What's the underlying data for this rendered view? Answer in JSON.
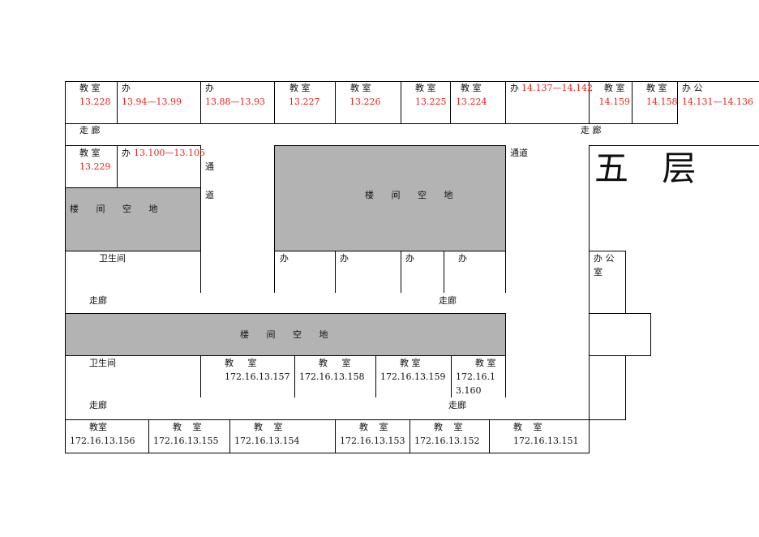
{
  "title": "五 层",
  "corridor_label": "走 廊",
  "corridor_label2": "走廊",
  "passage_label": "通道",
  "passage_v1": "通",
  "passage_v2": "道",
  "courtyard_label": "楼 间 空 地",
  "toilet_label": "卫生间",
  "office_label": "办",
  "office_room_label": "办 公 室",
  "top_row": [
    {
      "label": "教 室",
      "ip": "13.228"
    },
    {
      "label": "办",
      "ip": "13.94—13.99"
    },
    {
      "label": "办",
      "ip": "13.88—13.93"
    },
    {
      "label": "教 室",
      "ip": "13.227"
    },
    {
      "label": "教 室",
      "ip": "13.226"
    },
    {
      "label": "教 室",
      "ip": "13.225"
    },
    {
      "label": "教 室",
      "ip": "13.224"
    },
    {
      "label": "办",
      "ip": "14.137—14.142"
    },
    {
      "label": "教 室",
      "ip": "14.159"
    },
    {
      "label": "教 室",
      "ip": "14.158"
    },
    {
      "label": "办 公",
      "ip": "14.131—14.136"
    }
  ],
  "second_row": [
    {
      "label": "教 室",
      "ip": "13.229"
    },
    {
      "label": "办",
      "ip": "13.100—13.105"
    }
  ],
  "middle_row": [
    {
      "label": "教 室",
      "ip": "172.16.13.157"
    },
    {
      "label": "教 室",
      "ip": "172.16.13.158"
    },
    {
      "label": "教 室",
      "ip": "172.16.13.159"
    },
    {
      "label": "教 室",
      "ip": "172.16.13.160"
    }
  ],
  "bottom_row": [
    {
      "label": "教室",
      "ip": "172.16.13.156"
    },
    {
      "label": "教 室",
      "ip": "172.16.13.155"
    },
    {
      "label": "教 室",
      "ip": "172.16.13.154"
    },
    {
      "label": "教 室",
      "ip": "172.16.13.153"
    },
    {
      "label": "教 室",
      "ip": "172.16.13.152"
    },
    {
      "label": "教 室",
      "ip": "172.16.13.151"
    }
  ],
  "colors": {
    "ip_red": "#e8221a",
    "courtyard_gray": "#b3b3b3"
  }
}
